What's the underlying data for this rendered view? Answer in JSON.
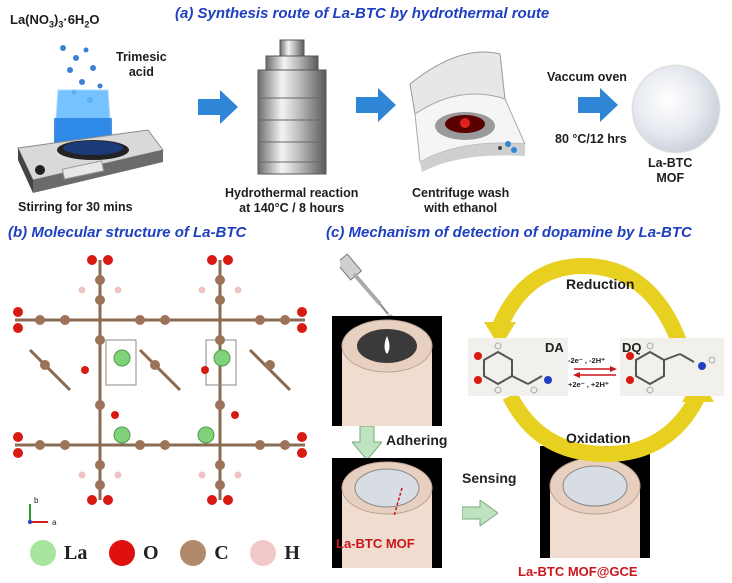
{
  "panel_a": {
    "title": "(a) Synthesis route of La-BTC by hydrothermal route",
    "reagent_formula": "La(NO3)3·6H2O",
    "reagent_acid_line1": "Trimesic",
    "reagent_acid_line2": "acid",
    "step1": "Stirring for 30 mins",
    "step2_line1": "Hydrothermal reaction",
    "step2_line2": "at 140°C / 8 hours",
    "step3_line1": "Centrifuge wash",
    "step3_line2": "with ethanol",
    "step4_line1": "Vaccum oven",
    "step4_line2": "80 °C/12 hrs",
    "product_line1": "La-BTC",
    "product_line2": "MOF"
  },
  "panel_b": {
    "title": "(b) Molecular structure of La-BTC",
    "axis_b": "b",
    "axis_a": "a",
    "legend": [
      {
        "symbol": "La",
        "color": "#a8e6a0"
      },
      {
        "symbol": "O",
        "color": "#e01010"
      },
      {
        "symbol": "C",
        "color": "#b08a6a"
      },
      {
        "symbol": "H",
        "color": "#f2c8c8"
      }
    ]
  },
  "panel_c": {
    "title": "(c) Mechanism of detection of dopamine by La-BTC",
    "adhering": "Adhering",
    "sensing": "Sensing",
    "mof_label": "La-BTC MOF",
    "electrode_label": "La-BTC MOF@GCE",
    "reduction": "Reduction",
    "oxidation": "Oxidation",
    "da": "DA",
    "dq": "DQ",
    "forward": "-2e⁻ , -2H⁺",
    "backward": "+2e⁻ , +2H⁺"
  },
  "colors": {
    "title_blue": "#1f3fbf",
    "arrow_blue": "#2f86d6",
    "cycle_yellow": "#e8d020",
    "label_red": "#c9161b"
  }
}
